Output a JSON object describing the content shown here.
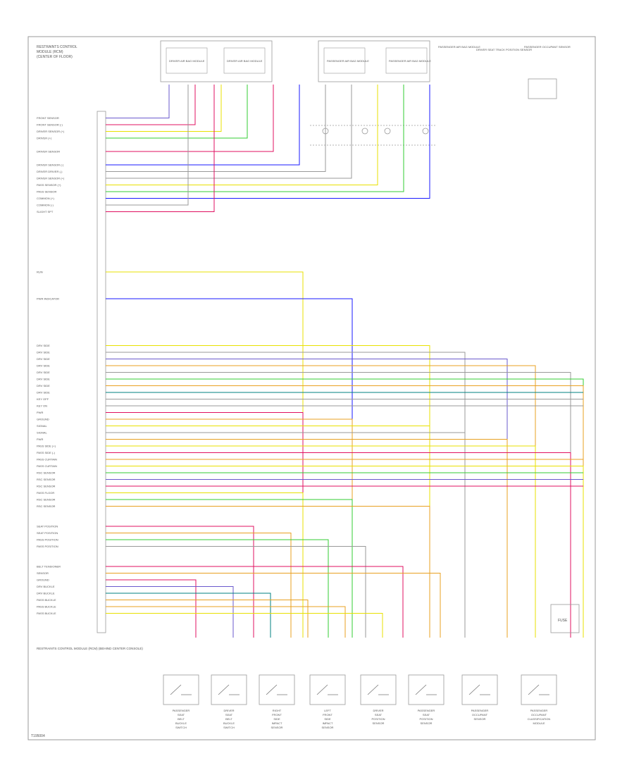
{
  "diagram": {
    "figure_id": "T195004",
    "module_header": [
      "RESTRAINTS CONTROL",
      "MODULE (RCM)",
      "(CENTER OF FLOOR)"
    ],
    "bottom_left_label": "RESTRAINTS CONTROL MODULE (RCM) (BEHIND CENTER CONSOLE)",
    "pins": [
      {
        "row": 1,
        "label": "FRONT SENSOR",
        "color": "#6a5acd"
      },
      {
        "row": 2,
        "label": "FRONT SENSOR (-)",
        "color": "#e01060"
      },
      {
        "row": 3,
        "label": "DRIVER SENSOR (+)",
        "color": "#e8e000"
      },
      {
        "row": 4,
        "label": "DRIVER (+)",
        "color": "#33cc33"
      },
      {
        "row": 6,
        "label": "DRIVER SENSOR",
        "color": "#e01060"
      },
      {
        "row": 8,
        "label": "DRIVER SENSOR (-)",
        "color": "#1a1aff"
      },
      {
        "row": 9,
        "label": "DRIVER DRIVER (-)",
        "color": "#999999"
      },
      {
        "row": 10,
        "label": "DRIVER SENSOR (+)",
        "color": "#999999"
      },
      {
        "row": 11,
        "label": "PASS SENSOR (+)",
        "color": "#e8e000"
      },
      {
        "row": 12,
        "label": "PASS SENSOR",
        "color": "#33cc33"
      },
      {
        "row": 13,
        "label": "COMMON (+)",
        "color": "#1a1aff"
      },
      {
        "row": 14,
        "label": "COMMON (-)",
        "color": "#999999"
      },
      {
        "row": 15,
        "label": "SLIGHT SPT",
        "color": "#e01060"
      },
      {
        "row": 24,
        "label": "RUN",
        "color": "#e8e000"
      },
      {
        "row": 28,
        "label": "PWR INDICATOR",
        "color": "#1a1aff"
      },
      {
        "row": 35,
        "label": "DRV SIDE",
        "color": "#e8e000"
      },
      {
        "row": 36,
        "label": "DRV SIDE",
        "color": "#999999"
      },
      {
        "row": 37,
        "label": "DRV SIDE",
        "color": "#6a5acd"
      },
      {
        "row": 38,
        "label": "DRV SIDE",
        "color": "#e8a020"
      },
      {
        "row": 39,
        "label": "DRV SIDE",
        "color": "#999999"
      },
      {
        "row": 40,
        "label": "DRV SIDE",
        "color": "#33cc33"
      },
      {
        "row": 41,
        "label": "DRV SIDE",
        "color": "#e8a020"
      },
      {
        "row": 42,
        "label": "DRV SIDE",
        "color": "#008080"
      },
      {
        "row": 43,
        "label": "KEY OFF",
        "color": "#999999"
      },
      {
        "row": 44,
        "label": "KEY ON",
        "color": "#999999"
      },
      {
        "row": 45,
        "label": "PWR",
        "color": "#e01060"
      },
      {
        "row": 46,
        "label": "GROUND",
        "color": "#e8a020"
      },
      {
        "row": 47,
        "label": "SIGNAL",
        "color": "#e8e000"
      },
      {
        "row": 48,
        "label": "SIGNAL",
        "color": "#999999"
      },
      {
        "row": 49,
        "label": "PWR",
        "color": "#e8a020"
      },
      {
        "row": 50,
        "label": "PASS SIDE (+)",
        "color": "#e8e000"
      },
      {
        "row": 51,
        "label": "PASS SIDE (-)",
        "color": "#e01060"
      },
      {
        "row": 52,
        "label": "PASS CURTAIN",
        "color": "#e8a020"
      },
      {
        "row": 53,
        "label": "PASS CURTAIN",
        "color": "#e8e000"
      },
      {
        "row": 54,
        "label": "RSC SENSOR",
        "color": "#33cc33"
      },
      {
        "row": 55,
        "label": "RSC SENSOR",
        "color": "#6a5acd"
      },
      {
        "row": 56,
        "label": "RSC SENSOR",
        "color": "#e01060"
      },
      {
        "row": 57,
        "label": "PASS FLOOR",
        "color": "#e8e000"
      },
      {
        "row": 58,
        "label": "RSC SENSOR",
        "color": "#33cc33"
      },
      {
        "row": 59,
        "label": "RSC SENSOR",
        "color": "#e8a020"
      },
      {
        "row": 62,
        "label": "SEAT POSITION",
        "color": "#e01060"
      },
      {
        "row": 63,
        "label": "SEAT POSITION",
        "color": "#e8a020"
      },
      {
        "row": 64,
        "label": "PASS POSITION",
        "color": "#33cc33"
      },
      {
        "row": 65,
        "label": "PASS POSITION",
        "color": "#999999"
      },
      {
        "row": 68,
        "label": "BELT TENSIONER",
        "color": "#e01060"
      },
      {
        "row": 69,
        "label": "SENSOR",
        "color": "#e8a020"
      },
      {
        "row": 70,
        "label": "GROUND",
        "color": "#e01060"
      },
      {
        "row": 71,
        "label": "DRV BUCKLE",
        "color": "#6a5acd"
      },
      {
        "row": 72,
        "label": "DRV BUCKLE",
        "color": "#008080"
      },
      {
        "row": 73,
        "label": "PASS BUCKLE",
        "color": "#e8a020"
      },
      {
        "row": 74,
        "label": "PASS BUCKLE",
        "color": "#e8a020"
      },
      {
        "row": 75,
        "label": "PASS BUCKLE",
        "color": "#e8e000"
      }
    ],
    "top_components": [
      {
        "label": "DRIVER AIR BAG MODULE"
      },
      {
        "label": "DRIVER AIR BAG MODULE"
      },
      {
        "label": "PASSENGER AIR BAG MODULE"
      },
      {
        "label": "PASSENGER AIR BAG MODULE"
      }
    ],
    "top_notes": [
      "PASSENGER AIR BAG MODULE",
      "DRIVER SEAT TRACK POSITION SENSOR",
      "PASSENGER OCCUPANT SENSOR"
    ],
    "bottom_components": [
      {
        "label": "PASSENGER SEAT BELT BUCKLE SWITCH"
      },
      {
        "label": "DRIVER SEAT BELT BUCKLE SWITCH"
      },
      {
        "label": "RIGHT FRONT SIDE IMPACT SENSOR"
      },
      {
        "label": "LEFT FRONT SIDE IMPACT SENSOR"
      },
      {
        "label": "DRIVER SEAT POSITION SENSOR"
      },
      {
        "label": "PASSENGER SEAT POSITION SENSOR"
      },
      {
        "label": "PASSENGER OCCUPANT SENSOR"
      },
      {
        "label": "PASSENGER OCCUPANT CLASSIFICATION MODULE"
      }
    ],
    "right_box_label": "FUSE",
    "colors": {
      "frame": "#9a9a9a",
      "text": "#555555",
      "background": "#ffffff"
    }
  }
}
